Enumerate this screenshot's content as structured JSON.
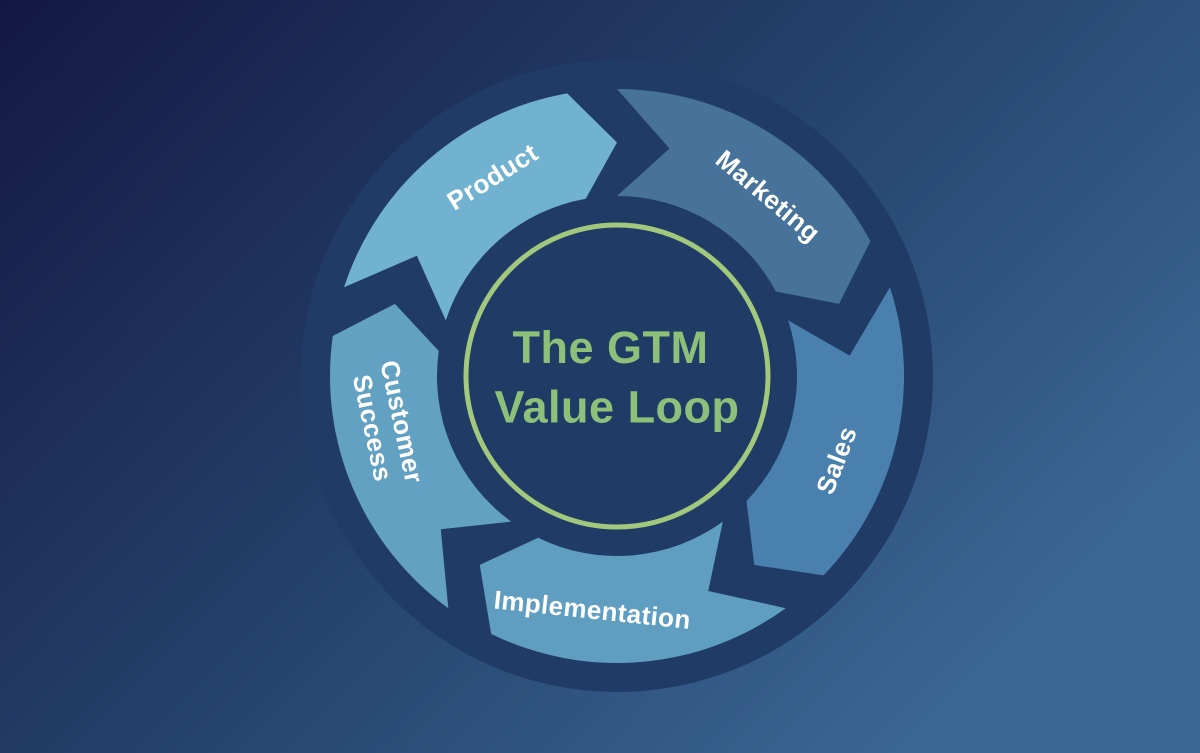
{
  "diagram": {
    "type": "cycle",
    "flow": "clockwise",
    "title_lines": [
      "The GTM",
      "Value Loop"
    ],
    "title_text": "The GTM Value Loop",
    "segments": [
      {
        "id": "product",
        "label": "Product",
        "label_lines": [
          "Product"
        ],
        "color": "#71b2d0",
        "tip_angle_deg": 360,
        "label_angle_deg": 328
      },
      {
        "id": "marketing",
        "label": "Marketing",
        "label_lines": [
          "Marketing"
        ],
        "color": "#47729a",
        "tip_angle_deg": 72,
        "label_angle_deg": 40
      },
      {
        "id": "sales",
        "label": "Sales",
        "label_lines": [
          "Sales"
        ],
        "color": "#4a80ad",
        "tip_angle_deg": 144,
        "label_angle_deg": 111
      },
      {
        "id": "implementation",
        "label": "Implementation",
        "label_lines": [
          "Implementation"
        ],
        "color": "#5f9ec0",
        "tip_angle_deg": 216,
        "label_angle_deg": 186
      },
      {
        "id": "customer-success",
        "label": "Customer Success",
        "label_lines": [
          "Customer",
          "Success"
        ],
        "color": "#62a1c1",
        "tip_angle_deg": 288,
        "label_angle_deg": 258
      }
    ]
  },
  "colors": {
    "background_gradient_start": "#131843",
    "background_gradient_mid": "#24406a",
    "background_gradient_end": "#3b6795",
    "disc": "#203c66",
    "center_ring": "#a1c87c",
    "center_text": "#8ec07a",
    "segment_label_text": "#ffffff"
  }
}
